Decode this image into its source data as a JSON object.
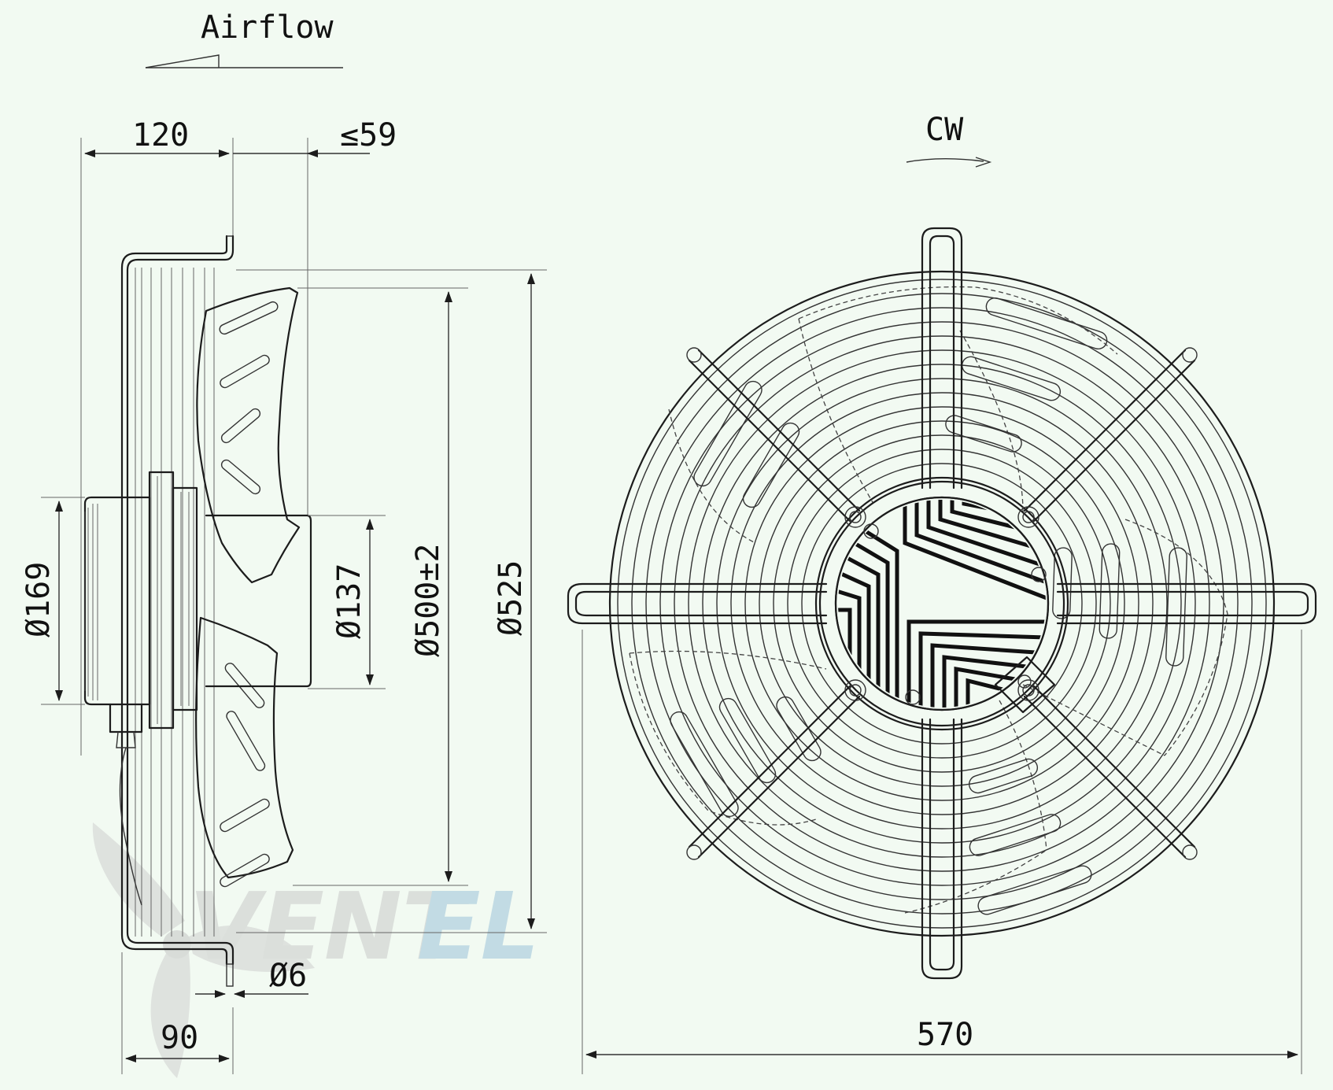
{
  "watermark": {
    "word": "VENTEL",
    "text_part1": "VENT",
    "text_part2": "EL",
    "color_part1": "#c9c9c9",
    "color_part2": "#9cc3d9"
  },
  "side_view": {
    "airflow_label": "Airflow",
    "dim_depth_label": "120",
    "dim_blade_projection_label": "≤59",
    "dim_motor_dia_label": "Ø169",
    "dim_hub_dia_label": "Ø137",
    "dim_impeller_dia_label": "Ø500±2",
    "dim_grille_dia_label": "Ø525",
    "dim_hole_dia_label": "Ø6",
    "dim_mount_depth_label": "90"
  },
  "front_view": {
    "rotation_label": "CW",
    "dim_width_label": "570"
  },
  "colors": {
    "line": "#1c1c1c",
    "background": "#f2faf2"
  }
}
